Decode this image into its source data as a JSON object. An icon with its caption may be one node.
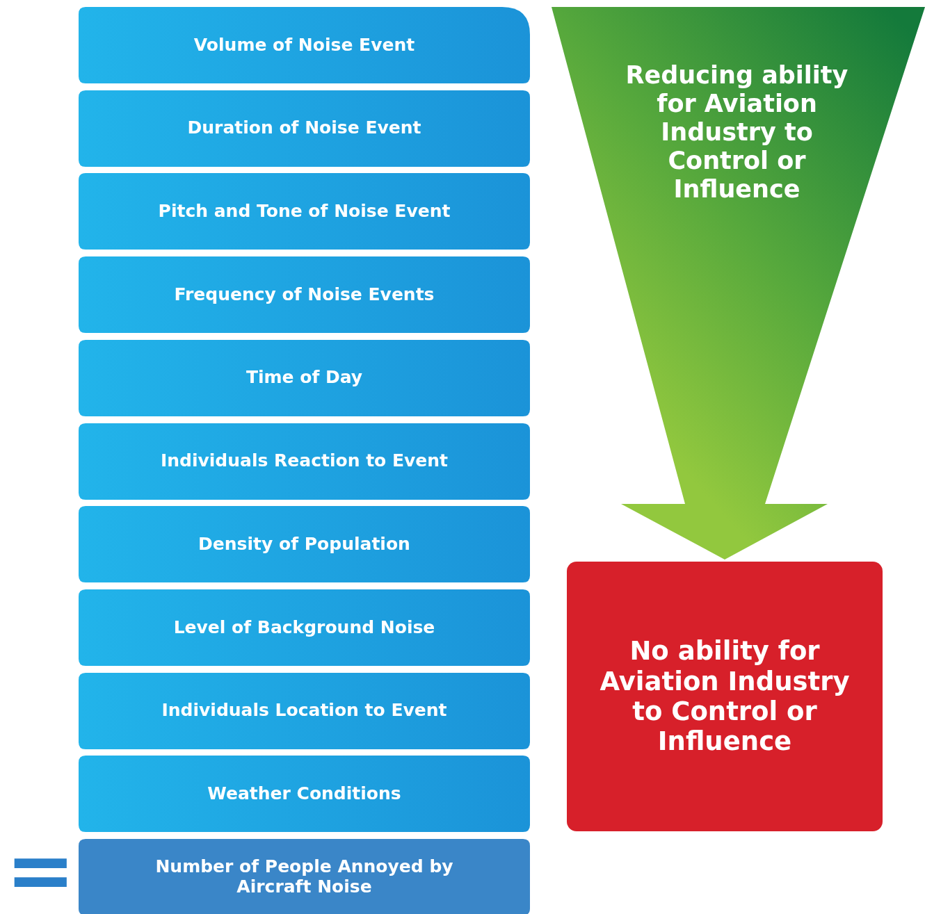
{
  "diagram": {
    "nodes": [
      {
        "text": [
          "Volume of Noise Event"
        ]
      },
      {
        "text": [
          "Duration of Noise Event"
        ]
      },
      {
        "text": [
          "Pitch and Tone of Noise Event"
        ]
      },
      {
        "text": [
          "Frequency of Noise Events"
        ]
      },
      {
        "text": [
          "Time of Day"
        ]
      },
      {
        "text": [
          "Individuals Reaction to Event"
        ]
      },
      {
        "text": [
          "Density of Population"
        ]
      },
      {
        "text": [
          "Level of Background Noise"
        ]
      },
      {
        "text": [
          "Individuals Location to Event"
        ]
      },
      {
        "text": [
          "Weather Conditions"
        ]
      },
      {
        "text": [
          "Number of People Annoyed by Aircraft Noise"
        ]
      },
      {
        "text": [
          "Reducing ability for Aviation Industry to Control or Influence"
        ]
      },
      {
        "text": [
          "No ability for Aviation Industry to Control or Influence"
        ]
      }
    ],
    "labels": [
      "="
    ]
  }
}
